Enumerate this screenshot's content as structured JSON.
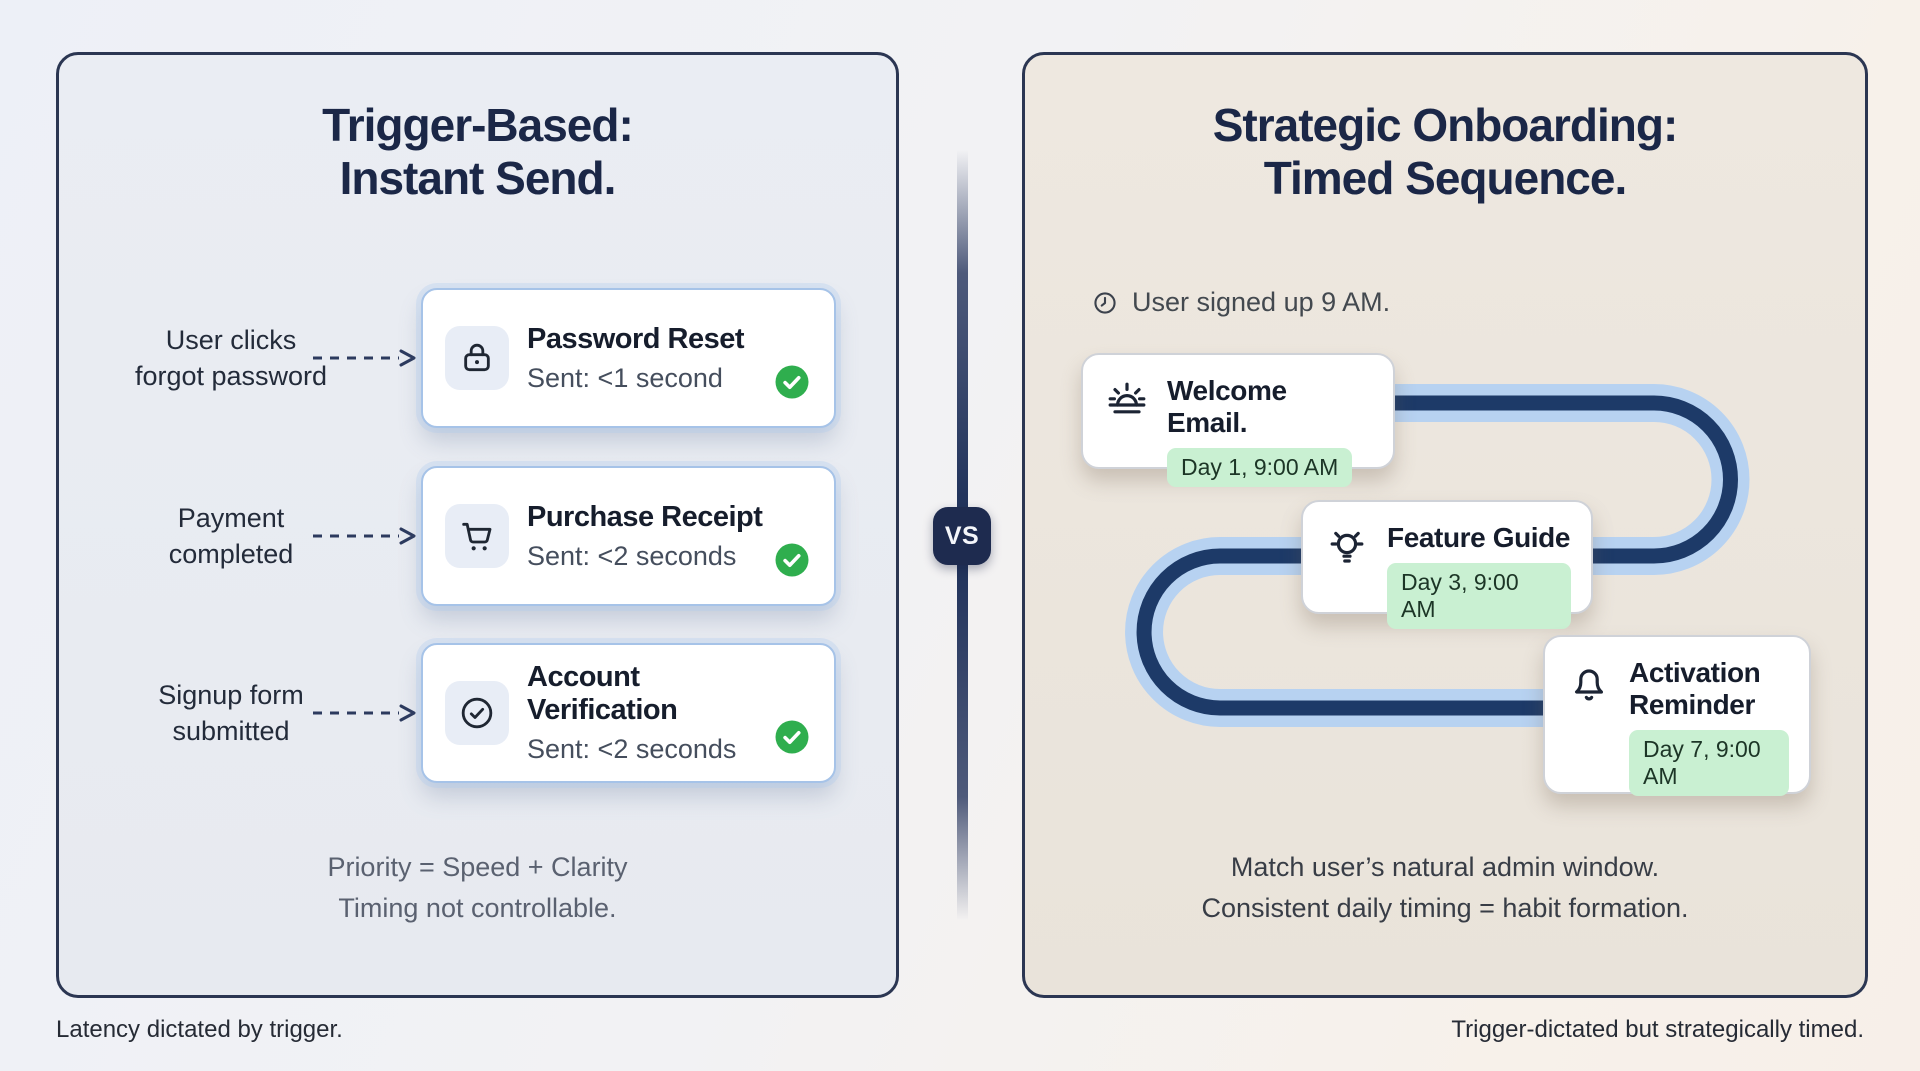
{
  "left_panel": {
    "title_line1": "Trigger-Based:",
    "title_line2": "Instant Send.",
    "rows": [
      {
        "trigger_line1": "User clicks",
        "trigger_line2": "forgot password",
        "icon": "lock-icon",
        "title": "Password Reset",
        "subtitle": "Sent: <1 second",
        "status_icon": "green-check-icon"
      },
      {
        "trigger_line1": "Payment",
        "trigger_line2": "completed",
        "icon": "cart-icon",
        "title": "Purchase Receipt",
        "subtitle": "Sent: <2 seconds",
        "status_icon": "green-check-icon"
      },
      {
        "trigger_line1": "Signup form",
        "trigger_line2": "submitted",
        "icon": "circle-check-icon",
        "title": "Account Verification",
        "subtitle": "Sent: <2 seconds",
        "status_icon": "green-check-icon"
      }
    ],
    "footnote_line1": "Priority = Speed + Clarity",
    "footnote_line2": "Timing not controllable."
  },
  "divider": {
    "vs_label": "VS"
  },
  "right_panel": {
    "title_line1": "Strategic Onboarding:",
    "title_line2": "Timed Sequence.",
    "note_icon": "clock-icon",
    "note_text": "User signed up 9 AM.",
    "steps": [
      {
        "icon": "sunrise-icon",
        "title": "Welcome Email.",
        "badge": "Day 1, 9:00 AM"
      },
      {
        "icon": "lightbulb-icon",
        "title": "Feature Guide",
        "badge": "Day 3, 9:00 AM"
      },
      {
        "icon": "bell-icon",
        "title": "Activation Reminder",
        "badge": "Day 7, 9:00 AM"
      }
    ],
    "footnote_line1": "Match user’s natural admin window.",
    "footnote_line2": "Consistent daily timing = habit formation."
  },
  "footer": {
    "caption_left": "Latency dictated by trigger.",
    "caption_right": "Trigger-dictated but strategically timed."
  },
  "colors": {
    "navy_text": "#1b2747",
    "panel_border": "#2b3652",
    "left_panel_bg": "#e9ebf1",
    "right_panel_bg": "#ebe5dc",
    "card_border_blue": "#a6c3e8",
    "check_green": "#2fae4e",
    "badge_green_bg": "#c9f0d2",
    "path_outer_blue": "#b7d2f1",
    "path_inner_navy": "#1d3a68"
  }
}
